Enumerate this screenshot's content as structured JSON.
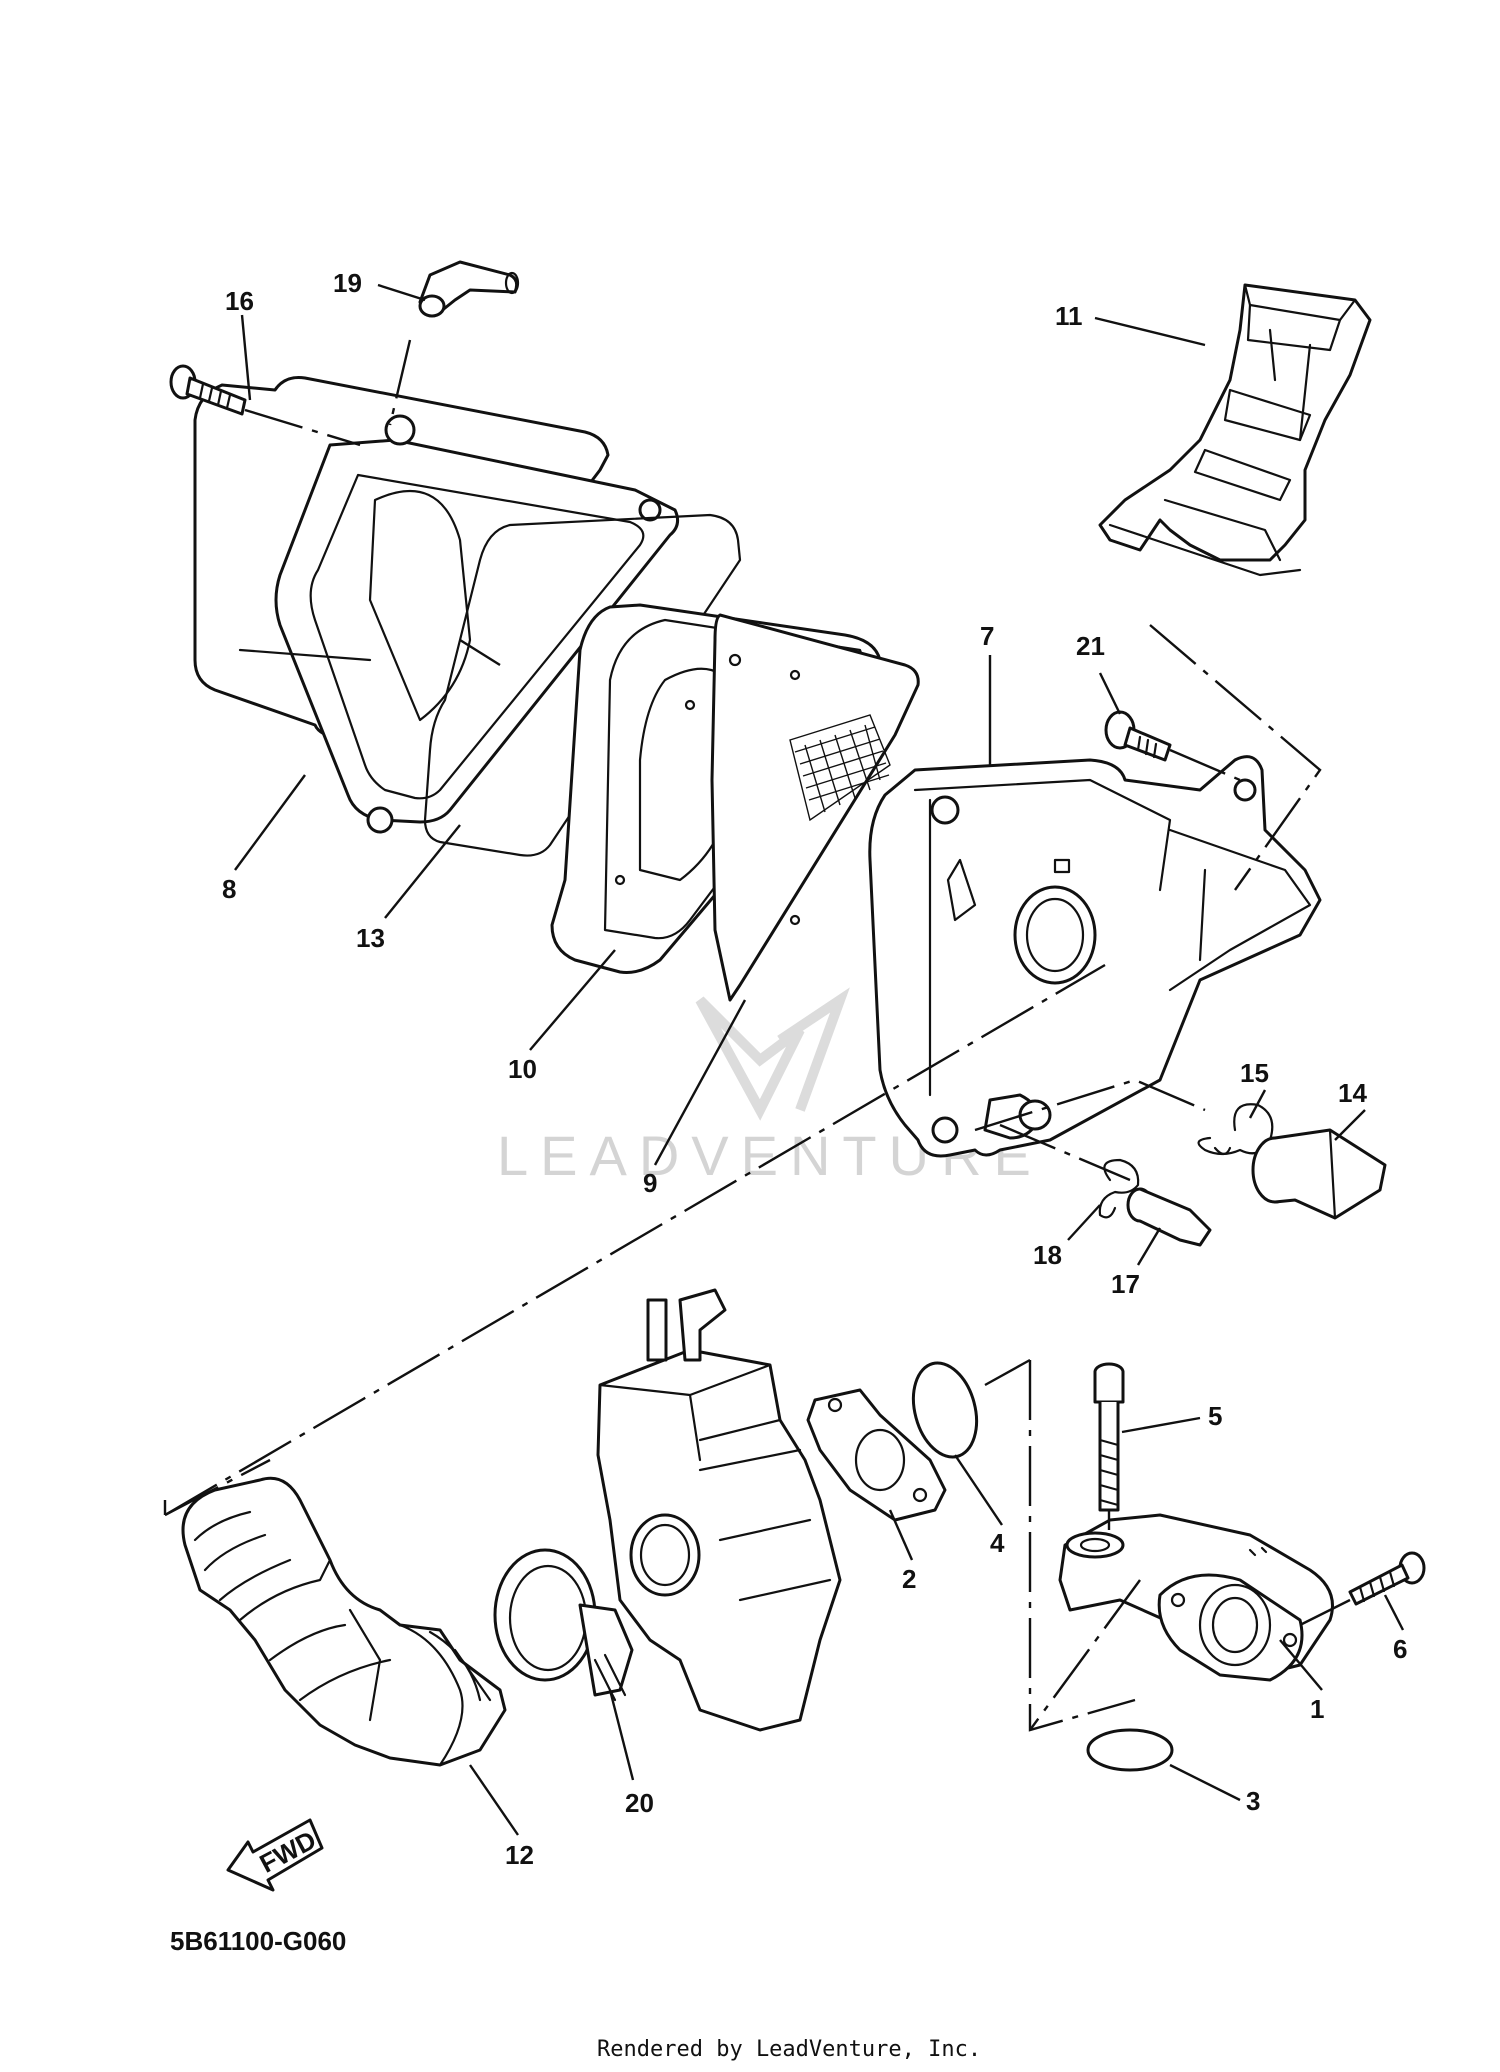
{
  "diagram_code": "5B61100-G060",
  "footer": "Rendered by LeadVenture, Inc.",
  "watermark": "LEADVENTURE",
  "fwd_label": "FWD",
  "callouts": [
    {
      "id": "1",
      "text": "1"
    },
    {
      "id": "2",
      "text": "2"
    },
    {
      "id": "3",
      "text": "3"
    },
    {
      "id": "4",
      "text": "4"
    },
    {
      "id": "5",
      "text": "5"
    },
    {
      "id": "6",
      "text": "6"
    },
    {
      "id": "7",
      "text": "7"
    },
    {
      "id": "8",
      "text": "8"
    },
    {
      "id": "9",
      "text": "9"
    },
    {
      "id": "10",
      "text": "10"
    },
    {
      "id": "11",
      "text": "11"
    },
    {
      "id": "12",
      "text": "12"
    },
    {
      "id": "13",
      "text": "13"
    },
    {
      "id": "14",
      "text": "14"
    },
    {
      "id": "15",
      "text": "15"
    },
    {
      "id": "16",
      "text": "16"
    },
    {
      "id": "17",
      "text": "17"
    },
    {
      "id": "18",
      "text": "18"
    },
    {
      "id": "19",
      "text": "19"
    },
    {
      "id": "20",
      "text": "20"
    },
    {
      "id": "21",
      "text": "21"
    }
  ]
}
